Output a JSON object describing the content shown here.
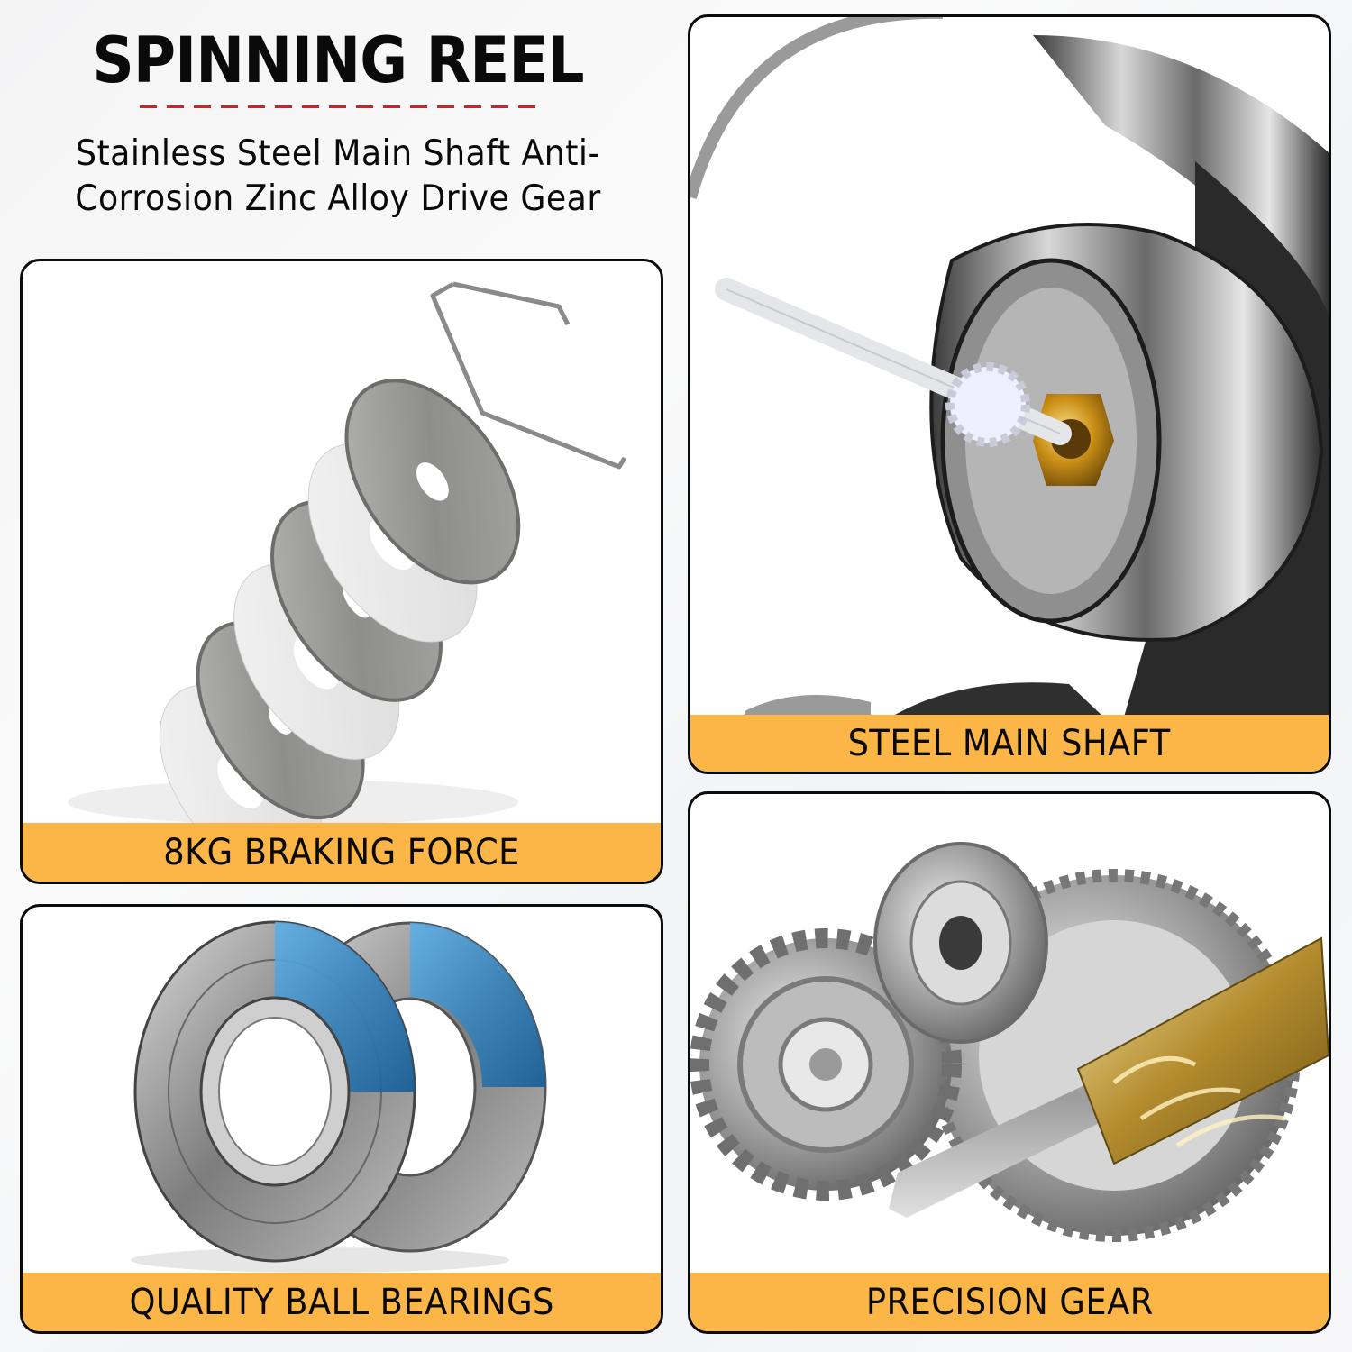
{
  "header": {
    "title": "SPINNING REEL",
    "subtitle_line1": "Stainless Steel Main Shaft Anti-",
    "subtitle_line2": "Corrosion Zinc Alloy Drive Gear",
    "divider_color": "#c8252a"
  },
  "panels": [
    {
      "id": "braking",
      "label": "8KG BRAKING FORCE",
      "image": "drag-washers-and-clip"
    },
    {
      "id": "shaft",
      "label": "STEEL MAIN SHAFT",
      "image": "reel-body-main-shaft-and-pinion"
    },
    {
      "id": "bearings",
      "label": "QUALITY BALL BEARINGS",
      "image": "cutaway-ball-bearings"
    },
    {
      "id": "gear",
      "label": "PRECISION GEAR",
      "image": "drive-gear-assembly"
    }
  ],
  "colors": {
    "label_bar": "#fcb648",
    "panel_border": "#0b0b0b",
    "bearing_accent": "#1f7fc4",
    "brass_accent": "#c9a23c"
  }
}
